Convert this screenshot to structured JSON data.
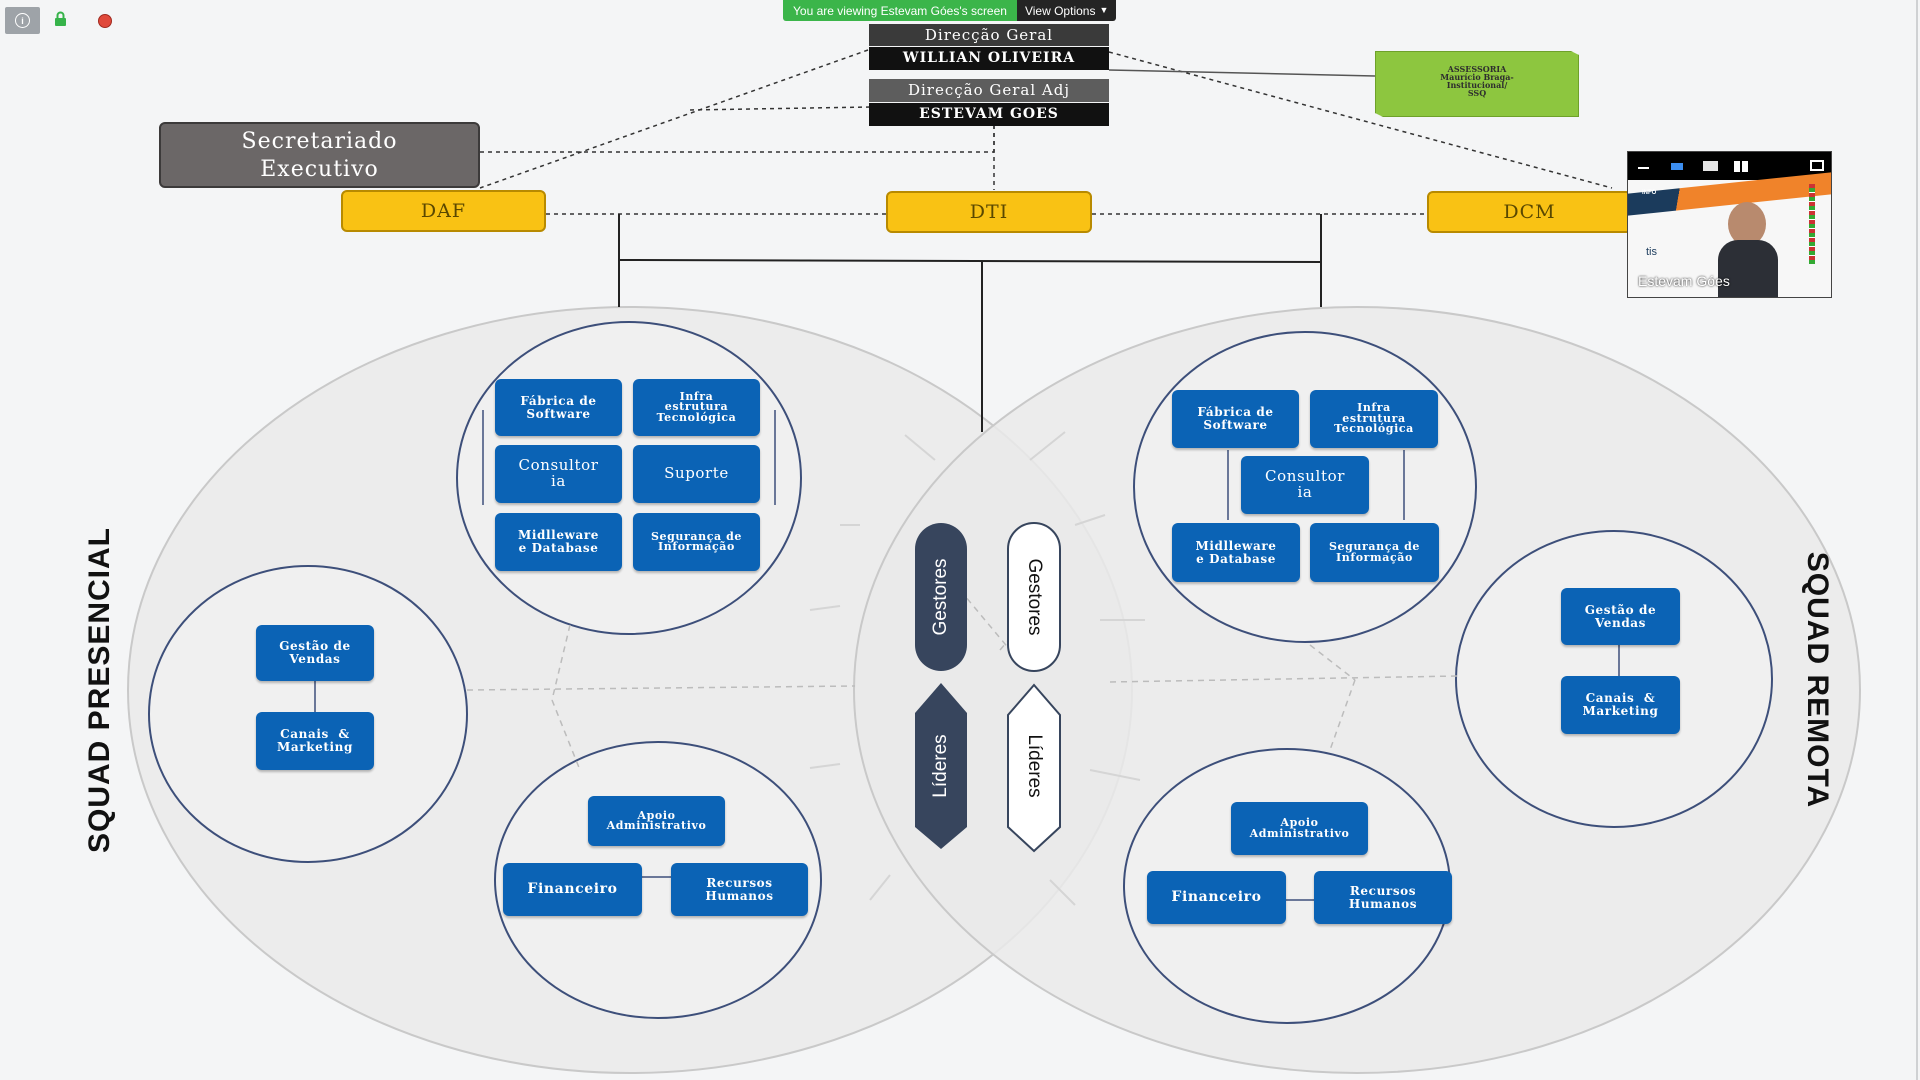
{
  "toolbar": {
    "info_icon": "info-icon",
    "lock_icon": "lock-icon",
    "record_icon": "record-icon"
  },
  "banner": {
    "viewing_text": "You are viewing Estevam Góes's screen",
    "view_options": "View Options"
  },
  "header": {
    "direccao_geral": "Direcção Geral",
    "william": "WILLIAN OLIVEIRA",
    "direccao_adj": "Direcção Geral Adj",
    "estevam": "ESTEVAM GOES",
    "secretariado_line1": "Secretariado",
    "secretariado_line2": "Executivo",
    "assessoria_line1": "ASSESSORIA",
    "assessoria_line2": "Maurício Braga-",
    "assessoria_line3": "Institucional/",
    "assessoria_line4": "SSQ"
  },
  "departments": {
    "daf": "DAF",
    "dti": "DTI",
    "dcm": "DCM"
  },
  "squads": {
    "presencial": "SQUAD PRESENCIAL",
    "remota": "SQUAD REMOTA"
  },
  "left_tech": {
    "fabrica_1": "Fábrica de",
    "fabrica_2": "Software",
    "infra_1": "Infra",
    "infra_2": "estrutura",
    "infra_3": "Tecnológica",
    "consultoria_1": "Consultor",
    "consultoria_2": "ia",
    "suporte": "Suporte",
    "midd_1": "Midlleware",
    "midd_2": "e Database",
    "seg_1": "Segurança de",
    "seg_2": "Informação"
  },
  "left_sales": {
    "gestao_1": "Gestão de",
    "gestao_2": "Vendas",
    "canais_1": "Canais  &",
    "canais_2": "Marketing"
  },
  "left_admin": {
    "apoio_1": "Apoio",
    "apoio_2": "Administrativo",
    "financeiro": "Financeiro",
    "rh_1": "Recursos",
    "rh_2": "Humanos"
  },
  "right_tech": {
    "fabrica_1": "Fábrica de",
    "fabrica_2": "Software",
    "infra_1": "Infra",
    "infra_2": "estrutura",
    "infra_3": "Tecnológica",
    "consultoria_1": "Consultor",
    "consultoria_2": "ia",
    "midd_1": "Midlleware",
    "midd_2": "e Database",
    "seg_1": "Segurança de",
    "seg_2": "Informação"
  },
  "right_sales": {
    "gestao_1": "Gestão de",
    "gestao_2": "Vendas",
    "canais_1": "Canais  &",
    "canais_2": "Marketing"
  },
  "right_admin": {
    "apoio_1": "Apoio",
    "apoio_2": "Administrativo",
    "financeiro": "Financeiro",
    "rh_1": "Recursos",
    "rh_2": "Humanos"
  },
  "center": {
    "gestores_dark": "Gestores",
    "gestores_light": "Gestores",
    "lideres_dark": "Líderes",
    "lideres_light": "Líderes"
  },
  "video": {
    "participant_name": "Estevam Góes",
    "slide_logo": "tis",
    "slide_tag": "INFO"
  },
  "colors": {
    "blue_box": "#0b63b5",
    "yellow_box": "#f9c214",
    "green_box": "#8dc63f",
    "banner_green": "#3bb54a"
  }
}
